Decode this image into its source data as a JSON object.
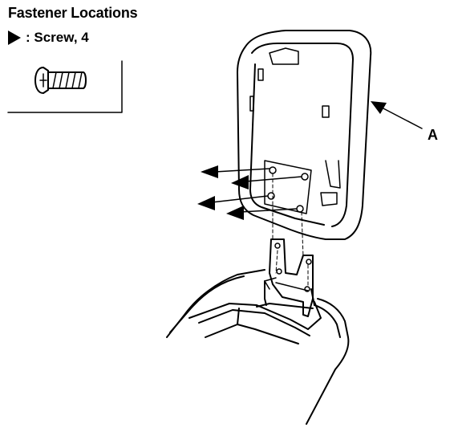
{
  "header": {
    "title": "Fastener Locations"
  },
  "legend": {
    "symbol": "black-arrow-icon",
    "label": ": Screw, 4"
  },
  "callouts": [
    {
      "label": "A"
    }
  ]
}
